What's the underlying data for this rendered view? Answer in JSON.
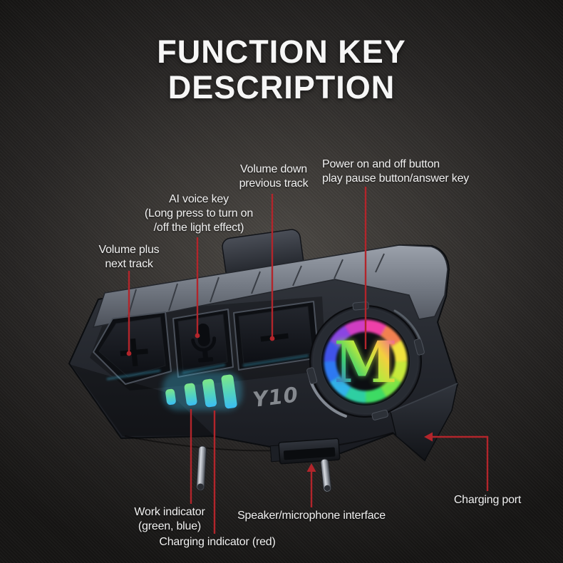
{
  "title": {
    "line1": "FUNCTION KEY",
    "line2": "DESCRIPTION"
  },
  "device": {
    "model": "Y10",
    "logo_letter": "M",
    "plus_glyph": "+",
    "minus_glyph": "−"
  },
  "callouts": {
    "volume_plus": {
      "lines": [
        "Volume plus",
        "next track"
      ]
    },
    "ai_voice": {
      "lines": [
        "AI voice key",
        "(Long press to turn on",
        "/off the light effect)"
      ]
    },
    "volume_down": {
      "lines": [
        "Volume down",
        "previous track"
      ]
    },
    "power": {
      "lines": [
        "Power on and off button",
        "play pause button/answer key"
      ]
    },
    "work_indicator": {
      "lines": [
        "Work indicator",
        "(green, blue)"
      ]
    },
    "charging_indicator": {
      "lines": [
        "Charging indicator (red)"
      ]
    },
    "speaker_interface": {
      "lines": [
        "Speaker/microphone interface"
      ]
    },
    "charging_port": {
      "lines": [
        "Charging port"
      ]
    }
  },
  "colors": {
    "accent_red": "#b2252b",
    "led_green": "#7fe787",
    "led_blue": "#3bbdf4",
    "label_text": "#f1f1f1",
    "band_gray": "#767c86"
  }
}
